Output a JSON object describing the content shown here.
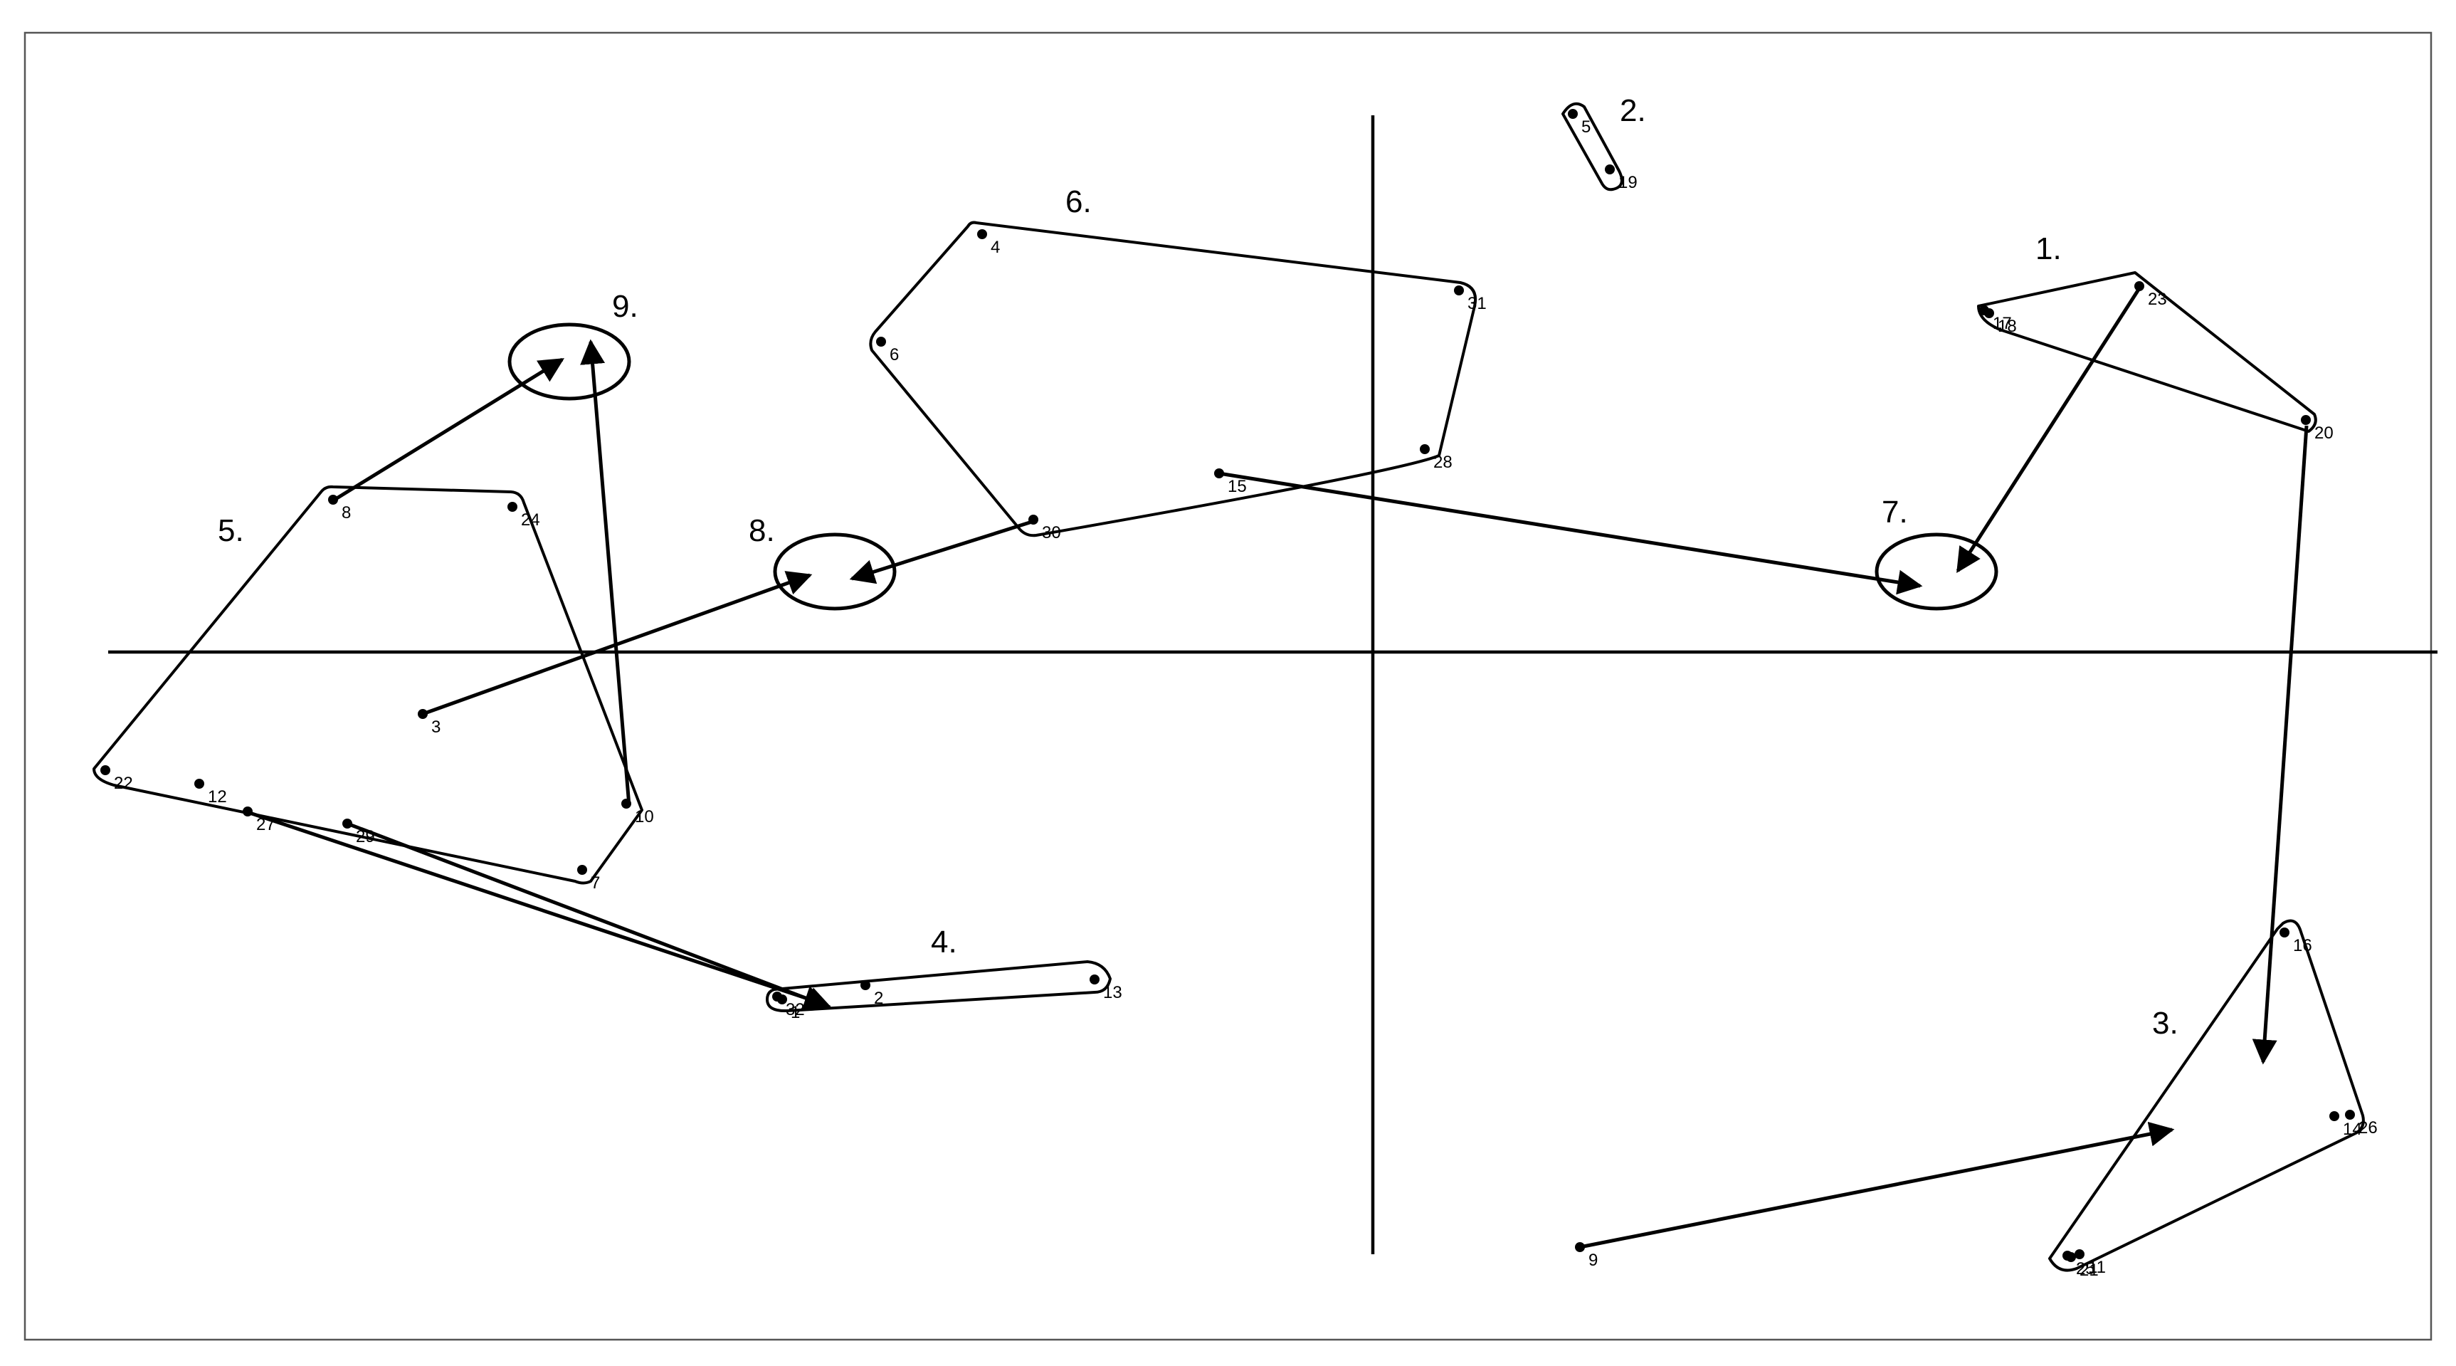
{
  "groups": [
    {
      "id": "g1",
      "label": "1."
    },
    {
      "id": "g2",
      "label": "2."
    },
    {
      "id": "g3",
      "label": "3."
    },
    {
      "id": "g4",
      "label": "4."
    },
    {
      "id": "g5",
      "label": "5."
    },
    {
      "id": "g6",
      "label": "6."
    },
    {
      "id": "g7",
      "label": "7."
    },
    {
      "id": "g8",
      "label": "8."
    },
    {
      "id": "g9",
      "label": "9."
    }
  ],
  "points": [
    "5",
    "19",
    "4",
    "31",
    "6",
    "28",
    "15",
    "30",
    "18",
    "23",
    "20",
    "8",
    "24",
    "3",
    "22",
    "12",
    "27",
    "29",
    "10",
    "7",
    "16",
    "14",
    "26",
    "25",
    "11",
    "32",
    "2",
    "13",
    "9",
    "1",
    "17",
    "21"
  ]
}
